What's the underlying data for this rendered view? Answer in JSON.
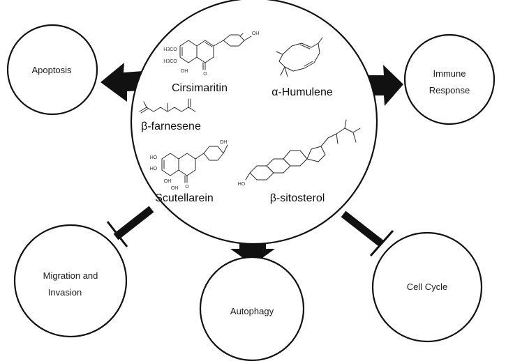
{
  "center": {
    "compounds": {
      "cirsimaritin": "Cirsimaritin",
      "humulene": "α-Humulene",
      "farnesene": "β-farnesene",
      "scutellarein": "Scutellarein",
      "sitosterol": "β-sitosterol"
    }
  },
  "effects": {
    "apoptosis": "Apoptosis",
    "immune_line1": "Immune",
    "immune_line2": "Response",
    "migration_line1": "Migration and",
    "migration_line2": "Invasion",
    "autophagy": "Autophagy",
    "cell_cycle": "Cell Cycle"
  },
  "atoms": {
    "h3co_1": "H3CO",
    "h3co_2": "H3CO",
    "oh_c1": "OH",
    "o_c1": "O",
    "oh_c2": "OH",
    "oh_s1": "OH",
    "oh_s2": "HO",
    "oh_s3": "HO",
    "oh_s4": "OH",
    "o_s1": "O",
    "oh_s5": "OH",
    "ho_sito": "HO"
  },
  "relations": [
    {
      "to": "Apoptosis",
      "type": "activates"
    },
    {
      "to": "Immune Response",
      "type": "activates"
    },
    {
      "to": "Autophagy",
      "type": "activates"
    },
    {
      "to": "Migration and Invasion",
      "type": "inhibits"
    },
    {
      "to": "Cell Cycle",
      "type": "inhibits"
    }
  ]
}
